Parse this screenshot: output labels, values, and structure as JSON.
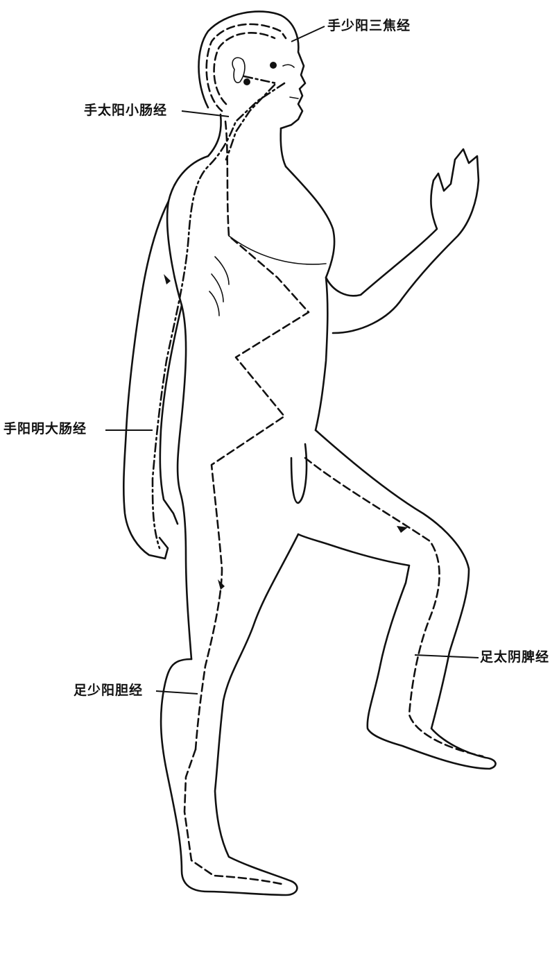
{
  "labels": {
    "sanjiao": "手少阳三焦经",
    "small_intestine": "手太阳小肠经",
    "large_intestine": "手阳明大肠经",
    "gallbladder": "足少阳胆经",
    "spleen": "足太阴脾经"
  },
  "colors": {
    "ink": "#111111",
    "paper": "#ffffff"
  }
}
